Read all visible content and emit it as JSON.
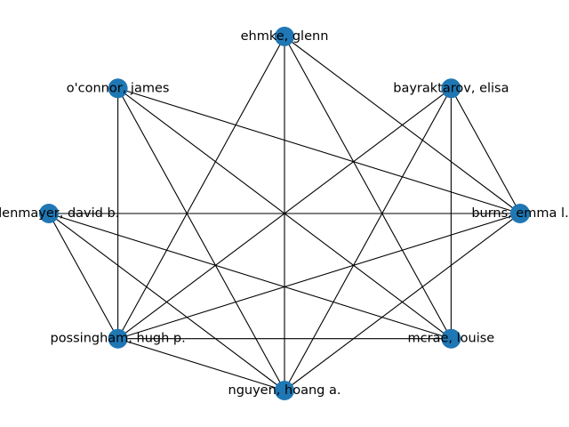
{
  "graph": {
    "node_color": "#1f77b4",
    "edge_color": "#000000",
    "nodes": [
      {
        "id": "ehmke",
        "label": "ehmke, glenn"
      },
      {
        "id": "bayraktarov",
        "label": "bayraktarov, elisa"
      },
      {
        "id": "burns",
        "label": "burns, emma l."
      },
      {
        "id": "mcrae",
        "label": "mcrae, louise"
      },
      {
        "id": "nguyen",
        "label": "nguyen, hoang a."
      },
      {
        "id": "possingham",
        "label": "possingham, hugh p."
      },
      {
        "id": "lindenmayer",
        "label": "lindenmayer, david b."
      },
      {
        "id": "oconnor",
        "label": "o'connor, james"
      }
    ],
    "edges": [
      [
        "ehmke",
        "burns"
      ],
      [
        "ehmke",
        "mcrae"
      ],
      [
        "ehmke",
        "nguyen"
      ],
      [
        "ehmke",
        "possingham"
      ],
      [
        "bayraktarov",
        "burns"
      ],
      [
        "bayraktarov",
        "mcrae"
      ],
      [
        "bayraktarov",
        "nguyen"
      ],
      [
        "bayraktarov",
        "possingham"
      ],
      [
        "burns",
        "oconnor"
      ],
      [
        "burns",
        "lindenmayer"
      ],
      [
        "burns",
        "possingham"
      ],
      [
        "burns",
        "nguyen"
      ],
      [
        "oconnor",
        "mcrae"
      ],
      [
        "oconnor",
        "nguyen"
      ],
      [
        "oconnor",
        "possingham"
      ],
      [
        "lindenmayer",
        "mcrae"
      ],
      [
        "lindenmayer",
        "nguyen"
      ],
      [
        "lindenmayer",
        "possingham"
      ],
      [
        "possingham",
        "mcrae"
      ],
      [
        "possingham",
        "nguyen"
      ]
    ]
  }
}
